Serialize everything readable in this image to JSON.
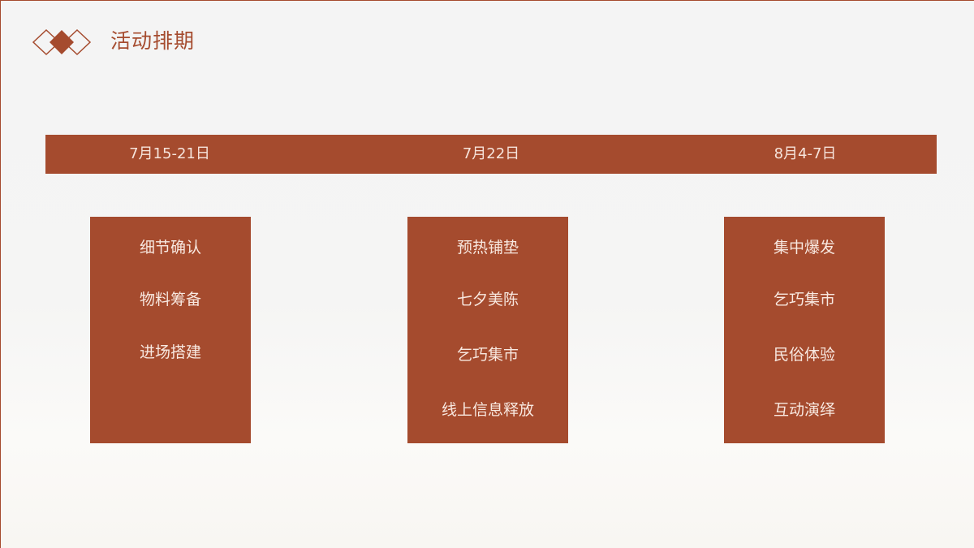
{
  "header": {
    "title": "活动排期",
    "logo_icon": "diamond-trio-icon"
  },
  "colors": {
    "accent": "#a54b2e",
    "text_on_accent": "#f6e4dc",
    "background": "#f4f4f4"
  },
  "timeline": {
    "dates": [
      {
        "label": "7月15-21日"
      },
      {
        "label": "7月22日"
      },
      {
        "label": "8月4-7日"
      }
    ]
  },
  "phases": [
    {
      "items": [
        "细节确认",
        "物料筹备",
        "进场搭建"
      ]
    },
    {
      "items": [
        "预热铺垫",
        "七夕美陈",
        "乞巧集市",
        "线上信息释放"
      ]
    },
    {
      "items": [
        "集中爆发",
        "乞巧集市",
        "民俗体验",
        "互动演绎"
      ]
    }
  ]
}
